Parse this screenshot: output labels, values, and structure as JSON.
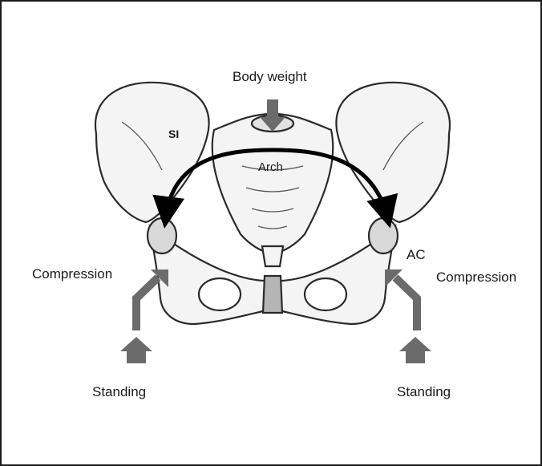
{
  "labels": {
    "body_weight": "Body weight",
    "si": "SI",
    "arch": "Arch",
    "ac": "AC",
    "compression_left": "Compression",
    "compression_right": "Compression",
    "standing_left": "Standing",
    "standing_right": "Standing"
  },
  "colors": {
    "force_arrow": "#6b6b6b",
    "arch_arrow": "#000000",
    "bone_outline": "#2a2a2a",
    "bone_shade": "#bdbdbd",
    "border": "#1a1a1a"
  },
  "icons": {
    "body_weight_arrow": "down-arrow-icon",
    "standing_arrow": "up-arrow-icon",
    "compression_arrow": "bent-arrow-icon",
    "arch_arrow": "double-headed-curved-arrow-icon"
  }
}
